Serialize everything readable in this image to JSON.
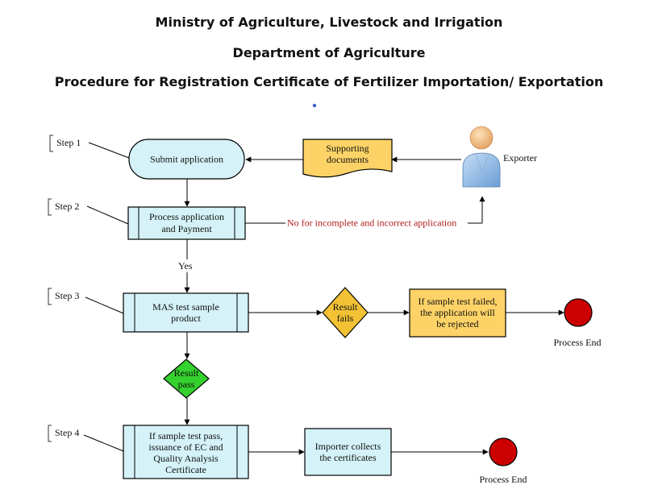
{
  "header": {
    "line1": "Ministry of Agriculture, Livestock and Irrigation",
    "line2": "Department of Agriculture",
    "line3": "Procedure for Registration Certificate of  Fertilizer Importation/ Exportation"
  },
  "steps": {
    "step1": "Step 1",
    "step2": "Step 2",
    "step3": "Step 3",
    "step4": "Step 4"
  },
  "nodes": {
    "submit": "Submit application",
    "supporting": [
      "Supporting",
      "documents"
    ],
    "exporter": "Exporter",
    "process": [
      "Process application",
      "and Payment"
    ],
    "mas": [
      "MAS test sample",
      "product"
    ],
    "result_fails": [
      "Result",
      "fails"
    ],
    "rejected": [
      "If sample test failed,",
      "the application will",
      "be rejected"
    ],
    "result_pass": [
      "Result",
      "pass"
    ],
    "issuance": [
      "If sample test pass,",
      "issuance of EC and",
      "Quality Analysis",
      "Certificate"
    ],
    "collects": [
      "Importer collects",
      "the certificates"
    ],
    "process_end_1": "Process End",
    "process_end_2": "Process End"
  },
  "edge_labels": {
    "no_label": "No for incomplete and incorrect application",
    "yes_label": "Yes"
  },
  "colors": {
    "process_fill": "#d4f2f7",
    "doc_fill": "#fdd367",
    "decision_fail": "#f3c234",
    "decision_pass": "#34d12f",
    "end_fill": "#cc0000",
    "no_text": "#b01a1a"
  }
}
